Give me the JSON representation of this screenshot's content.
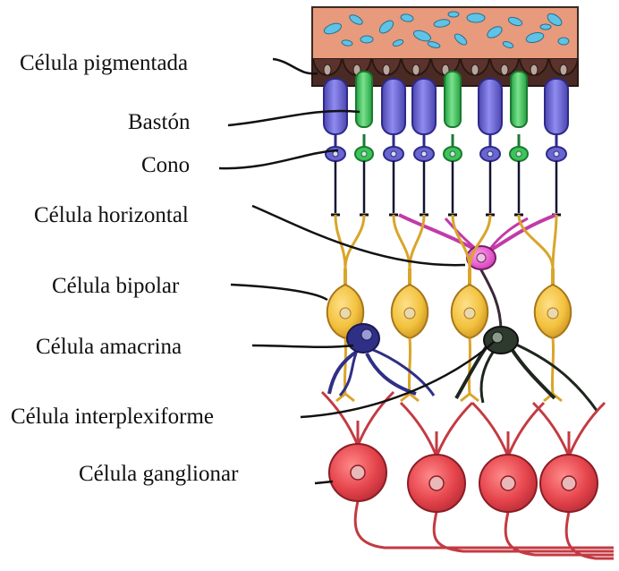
{
  "labels": {
    "pigment": "Célula pigmentada",
    "rod": "Bastón",
    "cone": "Cono",
    "horizontal": "Célula horizontal",
    "bipolar": "Célula bipolar",
    "amacrine": "Célula amacrina",
    "interplexiform": "Célula interplexiforme",
    "ganglion": "Célula ganglionar"
  },
  "colors": {
    "epithelium": "#e89a7c",
    "pigment_granules": "#5ec3e6",
    "pigment_cells": "#4a2a24",
    "rod": "#6a66cf",
    "cone": "#3dc45a",
    "horizontal": "#e84bd0",
    "bipolar": "#f2c23e",
    "amacrine": "#2f2f86",
    "interplexiform": "#2e3a2e",
    "ganglion": "#e6454d",
    "leader": "#111111"
  }
}
